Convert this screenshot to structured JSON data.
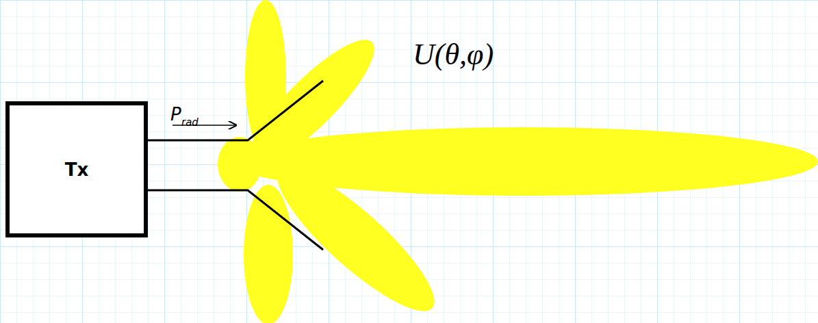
{
  "diagram": {
    "nodes": [
      {
        "text": [
          "Tx"
        ]
      }
    ],
    "labels": [
      "P",
      "rad",
      "U(θ,φ)"
    ]
  }
}
